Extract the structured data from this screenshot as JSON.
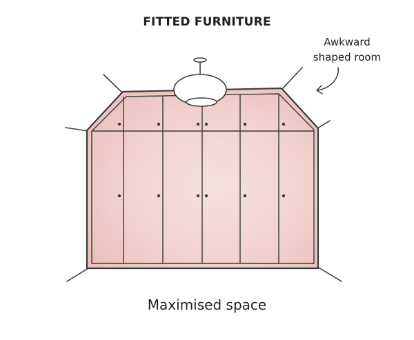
{
  "title": "FITTED FURNITURE",
  "annotation": "Awkward\nshaped room",
  "caption": "Maximised space",
  "colors": {
    "ink": "#3a3a3a",
    "cabinet_fill": "#f3d8d6",
    "cabinet_wash": "#ecc3c0"
  },
  "furniture": {
    "upper_doors": 6,
    "lower_doors": 6,
    "has_ceiling_light": true
  }
}
